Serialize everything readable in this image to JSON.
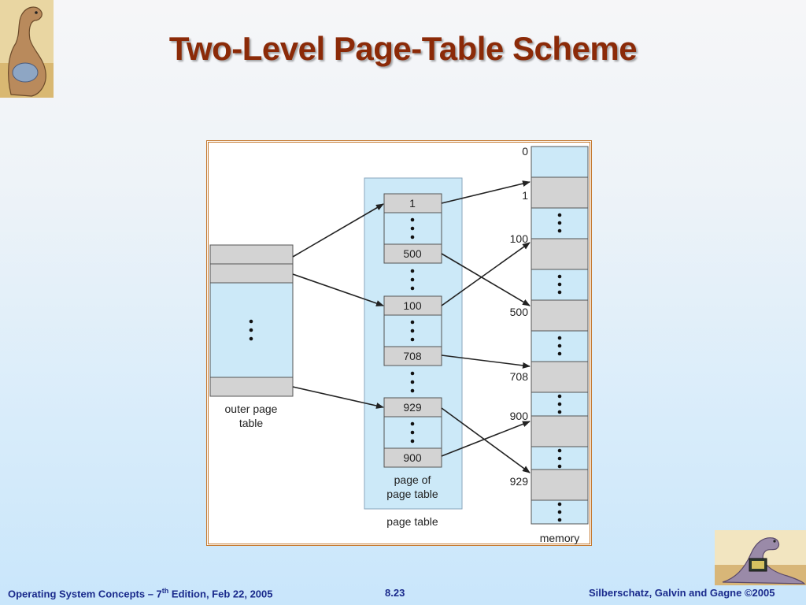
{
  "slide": {
    "title": "Two-Level Page-Table Scheme",
    "footer_left_before": "Operating System Concepts – 7",
    "footer_left_sup": "th",
    "footer_left_after": " Edition, Feb 22, 2005",
    "footer_center": "8.23",
    "footer_right": "Silberschatz, Galvin and Gagne ©2005"
  },
  "diagram": {
    "outer_table_label_line1": "outer page",
    "outer_table_label_line2": "table",
    "inner_group_label_line1": "page of",
    "inner_group_label_line2": "page table",
    "page_table_label": "page table",
    "memory_label": "memory",
    "inner_entries": [
      "1",
      "500",
      "100",
      "708",
      "929",
      "900"
    ],
    "memory_addresses": [
      "0",
      "1",
      "100",
      "500",
      "708",
      "900",
      "929"
    ]
  },
  "colors": {
    "title": "#8b2a08",
    "footer": "#1a2a8c",
    "frame_border": "#c4782e",
    "light_blue_cell": "#cce9f8",
    "gray_cell": "#d3d3d3"
  }
}
